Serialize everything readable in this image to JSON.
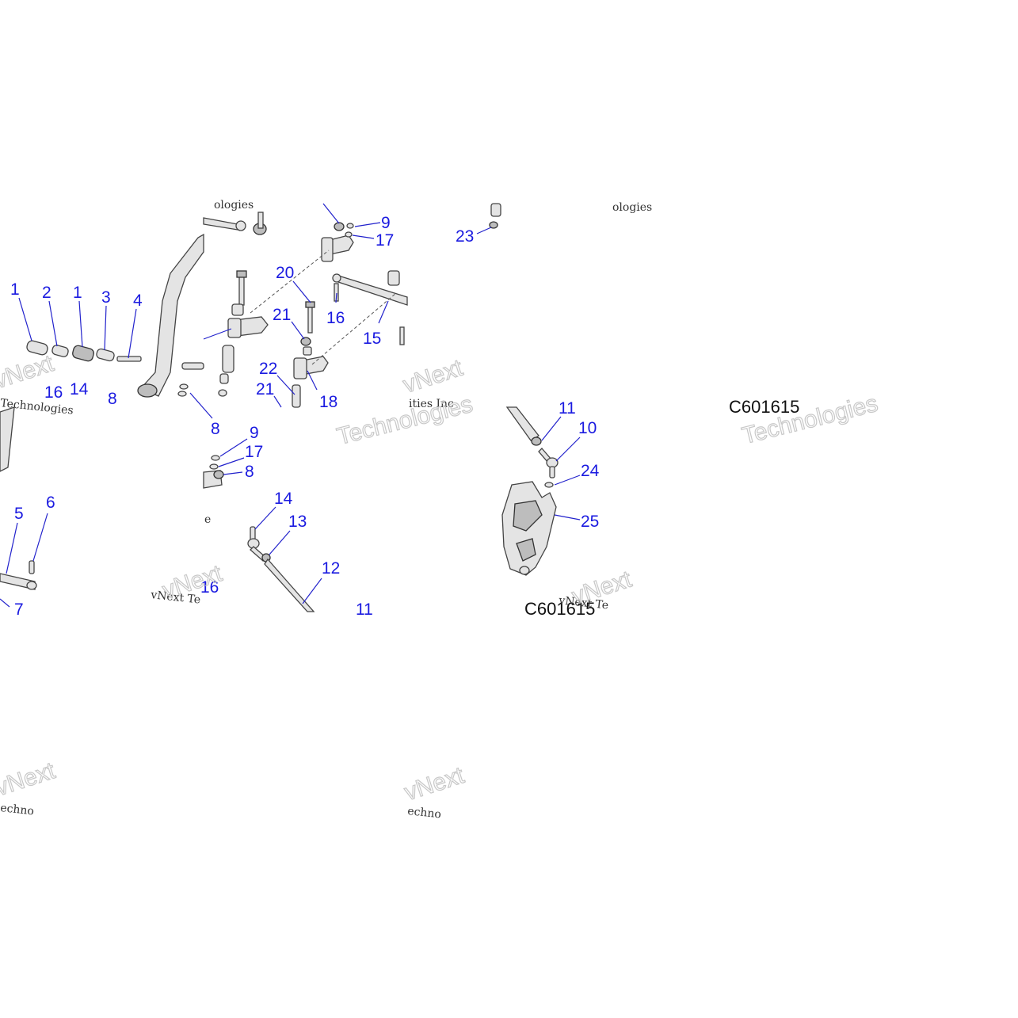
{
  "diagram": {
    "callouts": {
      "c1a": "1",
      "c2": "2",
      "c1b": "1",
      "c3": "3",
      "c4": "4",
      "c16a": "16",
      "c14a": "14",
      "c8a": "8",
      "c5": "5",
      "c6": "6",
      "c7a": "7",
      "c16b": "16",
      "c9a": "9",
      "c17a": "17",
      "c20": "20",
      "c16c": "16",
      "c21a": "21",
      "c15": "15",
      "c22": "22",
      "c21b": "21",
      "c18": "18",
      "c8b": "8",
      "c9b": "9",
      "c17b": "17",
      "c8c": "8",
      "c14b": "14",
      "c13": "13",
      "c12": "12",
      "c11a": "11",
      "c23": "23",
      "c11b": "11",
      "c10": "10",
      "c24": "24",
      "c25": "25"
    },
    "drawing_code": "C601615",
    "drawing_code_partial": "C601615",
    "watermarks": {
      "brand_a": "vNext",
      "brand_b": "Technologies",
      "small_a": "Technologies",
      "small_b": "vNext Te",
      "small_c": "vNext Te",
      "small_d": "ologies",
      "small_e": "ologies",
      "small_f": "ities Inc",
      "small_g": "echno",
      "small_h": "echno"
    }
  }
}
